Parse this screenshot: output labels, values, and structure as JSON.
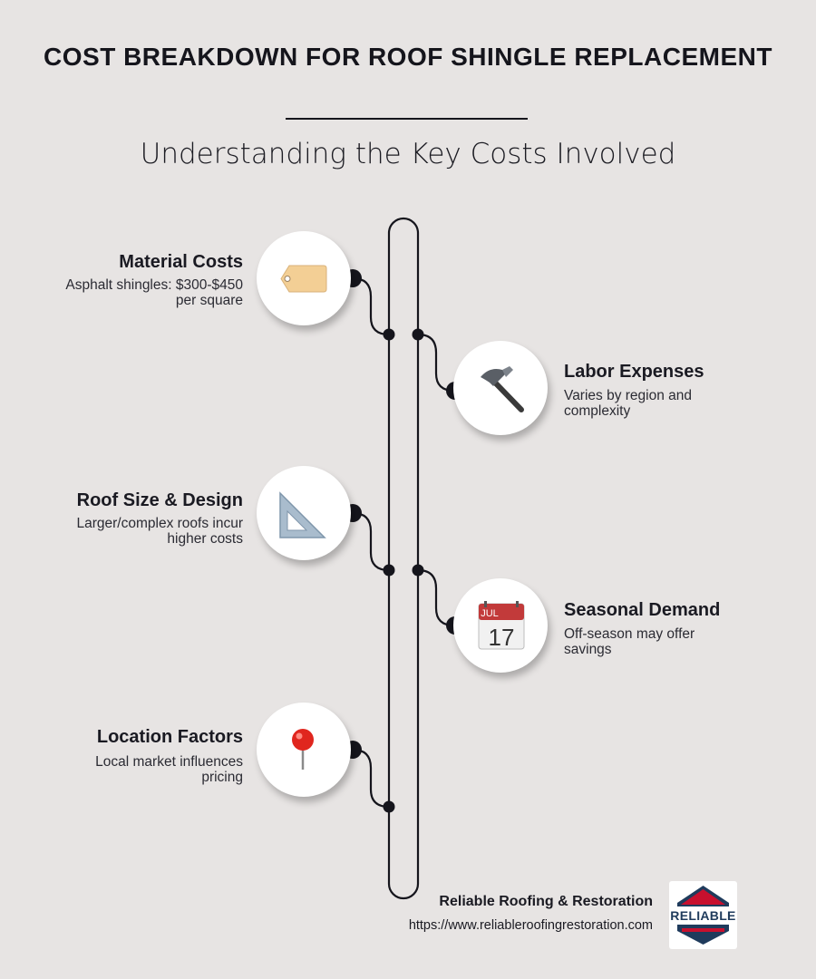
{
  "title": "COST BREAKDOWN FOR ROOF SHINGLE REPLACEMENT",
  "subtitle": "Understanding the Key Costs Involved",
  "items": [
    {
      "title": "Material Costs",
      "desc": "Asphalt shingles: $300-$450 per square",
      "icon": "price-tag-icon"
    },
    {
      "title": "Labor Expenses",
      "desc": "Varies by region and complexity",
      "icon": "hammer-icon"
    },
    {
      "title": "Roof Size & Design",
      "desc": "Larger/complex roofs incur higher costs",
      "icon": "set-square-icon"
    },
    {
      "title": "Seasonal Demand",
      "desc": "Off-season may offer savings",
      "icon": "calendar-icon",
      "calendar_month": "JUL",
      "calendar_day": "17"
    },
    {
      "title": "Location Factors",
      "desc": "Local market influences pricing",
      "icon": "pushpin-icon"
    }
  ],
  "footer": {
    "company": "Reliable Roofing & Restoration",
    "url": "https://www.reliableroofingrestoration.com",
    "logo_text": "RELIABLE",
    "logo_icon": "roof-logo-icon"
  },
  "colors": {
    "background": "#e7e4e3",
    "line": "#15151c",
    "tag": "#f3cf95",
    "calendar_red": "#c23a3a",
    "pin_red": "#e0261e",
    "logo_navy": "#1f3b5c"
  }
}
